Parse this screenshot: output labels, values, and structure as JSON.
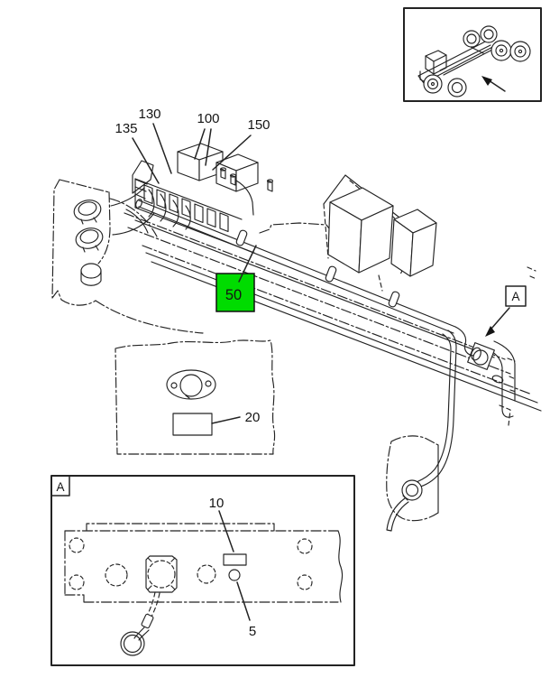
{
  "diagram": {
    "callouts": {
      "c135": "135",
      "c130": "130",
      "c100": "100",
      "c150": "150",
      "c50": "50",
      "c20": "20",
      "c10": "10",
      "c5": "5"
    },
    "highlight_fill": "#00dc00",
    "section": {
      "reference_label": "A",
      "detail_label": "A"
    }
  }
}
